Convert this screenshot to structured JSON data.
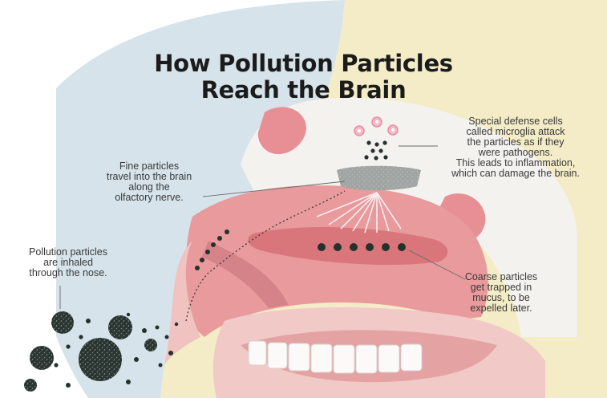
{
  "title": {
    "line1": "How Pollution Particles",
    "line2": "Reach the Brain"
  },
  "labels": {
    "microglia": [
      "Special defense cells",
      "called microglia attack",
      "the particles as if they",
      "were pathogens.",
      "This leads to inflammation,",
      "which can damage the brain."
    ],
    "fine_particles": [
      "Fine particles",
      "travel into the brain",
      "along the",
      "olfactory nerve."
    ],
    "pollution_inhaled": [
      "Pollution particles",
      "are inhaled",
      "through the nose."
    ],
    "coarse_particles": [
      "Coarse particles",
      "get trapped in",
      "mucus, to be",
      "expelled later."
    ]
  },
  "colors": {
    "sky_blue": "#d6e3ea",
    "cream": "#f3ecc6",
    "nasal_pink": "#e89a9c",
    "nasal_dark": "#d9767c",
    "bone": "#f3f1ee",
    "particle": "#26312d",
    "microglia_pink": "#f2b8c4"
  }
}
